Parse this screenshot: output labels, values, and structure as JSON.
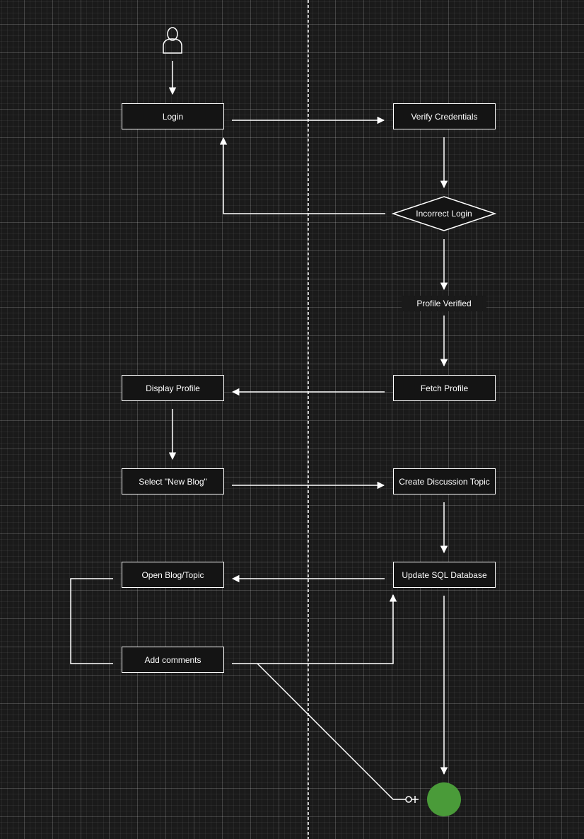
{
  "diagram": {
    "nodes": {
      "login": "Login",
      "verify_credentials": "Verify Credentials",
      "incorrect_login": "Incorrect Login",
      "profile_verified": "Profile Verified",
      "fetch_profile": "Fetch Profile",
      "display_profile": "Display Profile",
      "select_new_blog": "Select \"New Blog\"",
      "create_discussion_topic": "Create Discussion Topic",
      "update_sql_database": "Update SQL Database",
      "open_blog_topic": "Open Blog/Topic",
      "add_comments": "Add comments"
    },
    "colors": {
      "background": "#1a1a1a",
      "stroke": "#ffffff",
      "end_node": "#4a9b39"
    },
    "icons": {
      "start": "user-actor-icon",
      "end": "end-circle-icon"
    }
  }
}
